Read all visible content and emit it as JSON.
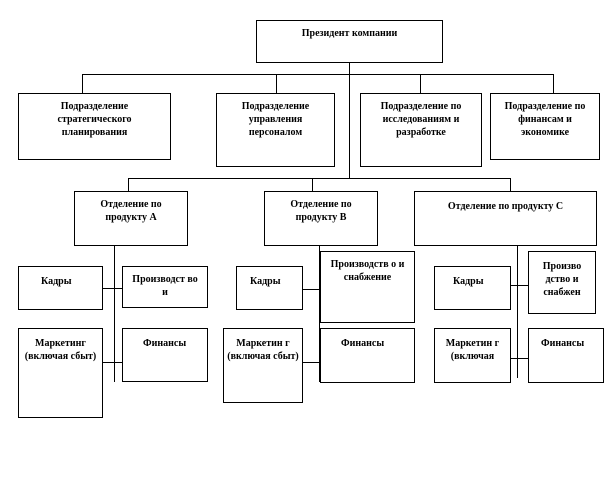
{
  "president": "Президент компании",
  "staff": [
    "Подразделение стратегического планирования",
    "Подразделение управления персоналом",
    "Подразделение по исследованиям и разработке",
    "Подразделение по финансам и экономике"
  ],
  "divisions": [
    {
      "title": "Отделение  по продукту А",
      "units": [
        "Кадры",
        "Производст во и",
        "Маркетинг (включая сбыт)",
        "Финансы"
      ]
    },
    {
      "title": "Отделение  по продукту В",
      "units": [
        "Кадры",
        "Производств о и снабжение",
        "Маркетин г (включая сбыт)",
        "Финансы"
      ]
    },
    {
      "title": "Отделение по продукту С",
      "units": [
        "Кадры",
        "Произво дство и снабжен",
        "Маркетин г (включая",
        "Финансы"
      ]
    }
  ]
}
